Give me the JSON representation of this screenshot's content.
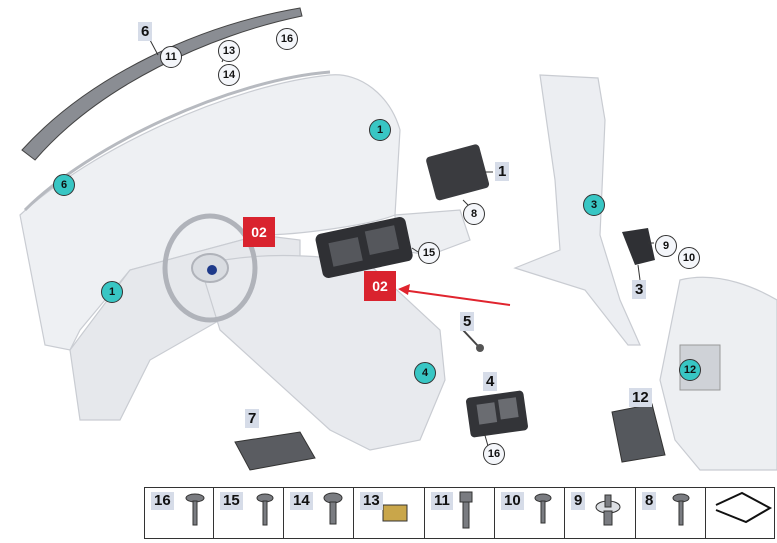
{
  "badge_label": "02",
  "callouts": {
    "a6": "6",
    "a11": "11",
    "a13": "13",
    "a14": "14",
    "a16top": "16",
    "b1": "1",
    "b6": "6",
    "b1l": "1",
    "b4": "4",
    "c1": "1",
    "c8": "8",
    "c15": "15",
    "d3": "3",
    "d9": "9",
    "d10": "10",
    "d3b": "3",
    "e5": "5",
    "e4": "4",
    "e16": "16",
    "f7": "7",
    "f12": "12",
    "f12b": "12"
  },
  "parts_strip": [
    {
      "num": "16",
      "icon": "screw-icon"
    },
    {
      "num": "15",
      "icon": "screw-icon"
    },
    {
      "num": "14",
      "icon": "screw-icon"
    },
    {
      "num": "13",
      "icon": "clip-nut-icon"
    },
    {
      "num": "11",
      "icon": "bolt-icon"
    },
    {
      "num": "10",
      "icon": "screw-icon"
    },
    {
      "num": "9",
      "icon": "expanding-rivet-icon"
    },
    {
      "num": "8",
      "icon": "screw-icon"
    },
    {
      "num": "",
      "icon": "diagram-symbol-icon"
    }
  ],
  "colors": {
    "badge": "#d9232e",
    "arrow": "#e0242e",
    "teal": "#38c6c4",
    "label_bg": "#d6dce8"
  }
}
